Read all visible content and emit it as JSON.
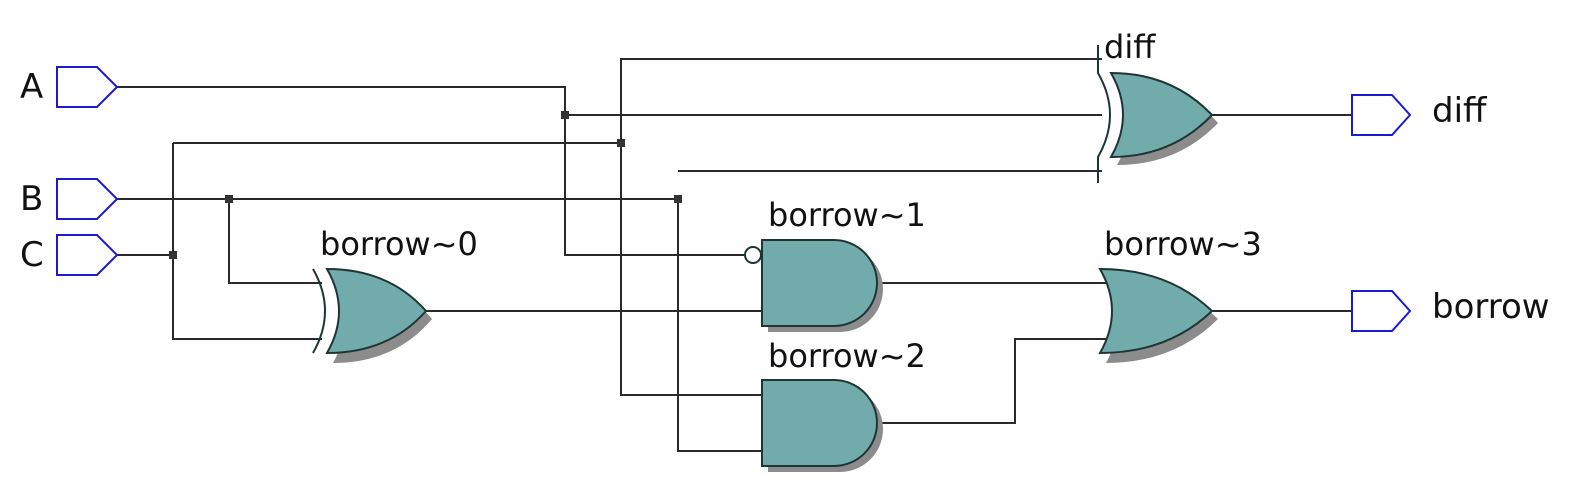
{
  "inputs": [
    {
      "id": "A",
      "label": "A"
    },
    {
      "id": "B",
      "label": "B"
    },
    {
      "id": "C",
      "label": "C"
    }
  ],
  "outputs": [
    {
      "id": "diff",
      "label": "diff"
    },
    {
      "id": "borrow",
      "label": "borrow"
    }
  ],
  "gates": {
    "diff": {
      "label": "diff",
      "type": "xor3"
    },
    "borrow0": {
      "label": "borrow~0",
      "type": "xor2"
    },
    "borrow1": {
      "label": "borrow~1",
      "type": "and2",
      "inverted_input": "A"
    },
    "borrow2": {
      "label": "borrow~2",
      "type": "and2"
    },
    "borrow3": {
      "label": "borrow~3",
      "type": "or2"
    }
  },
  "colors": {
    "gate_fill": "#72abab",
    "pin_stroke": "#1a1ad4",
    "wire": "#2a2a2a"
  }
}
